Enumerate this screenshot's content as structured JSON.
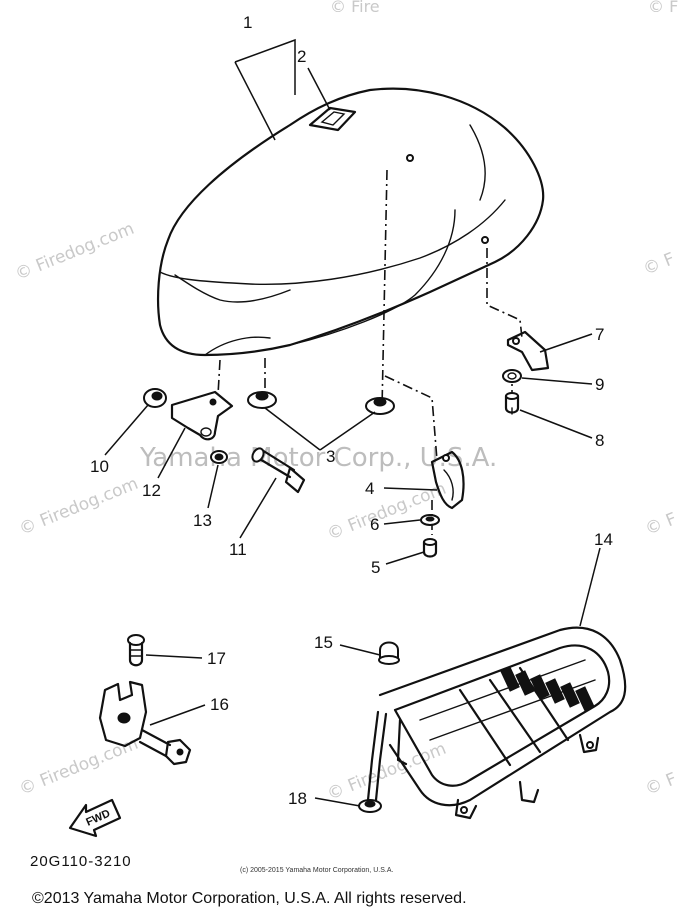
{
  "watermarks": {
    "main": "© Firedog.com",
    "left": "© Firedog.com",
    "mid_left": "© Firedog.com",
    "mid": "© Firedog.com",
    "right": "© F",
    "right2": "© F",
    "right3": "© F",
    "low_left": "© Firedog.com",
    "low_mid": "© Firedog.com",
    "top_mid": "© Fire",
    "top_right": "© F",
    "yamaha": "Yamaha Motor Corp., U.S.A."
  },
  "callouts": {
    "c1": "1",
    "c2": "2",
    "c3": "3",
    "c4": "4",
    "c5": "5",
    "c6": "6",
    "c7": "7",
    "c8": "8",
    "c9": "9",
    "c10": "10",
    "c11": "11",
    "c12": "12",
    "c13": "13",
    "c14": "14",
    "c15": "15",
    "c16": "16",
    "c17": "17",
    "c18": "18"
  },
  "fwd_label": "FWD",
  "diagram_code": "20G110-3210",
  "small_copyright": "(c) 2005-2015 Yamaha Motor Corporation, U.S.A.",
  "copyright": "©2013 Yamaha Motor Corporation, U.S.A. All rights reserved."
}
